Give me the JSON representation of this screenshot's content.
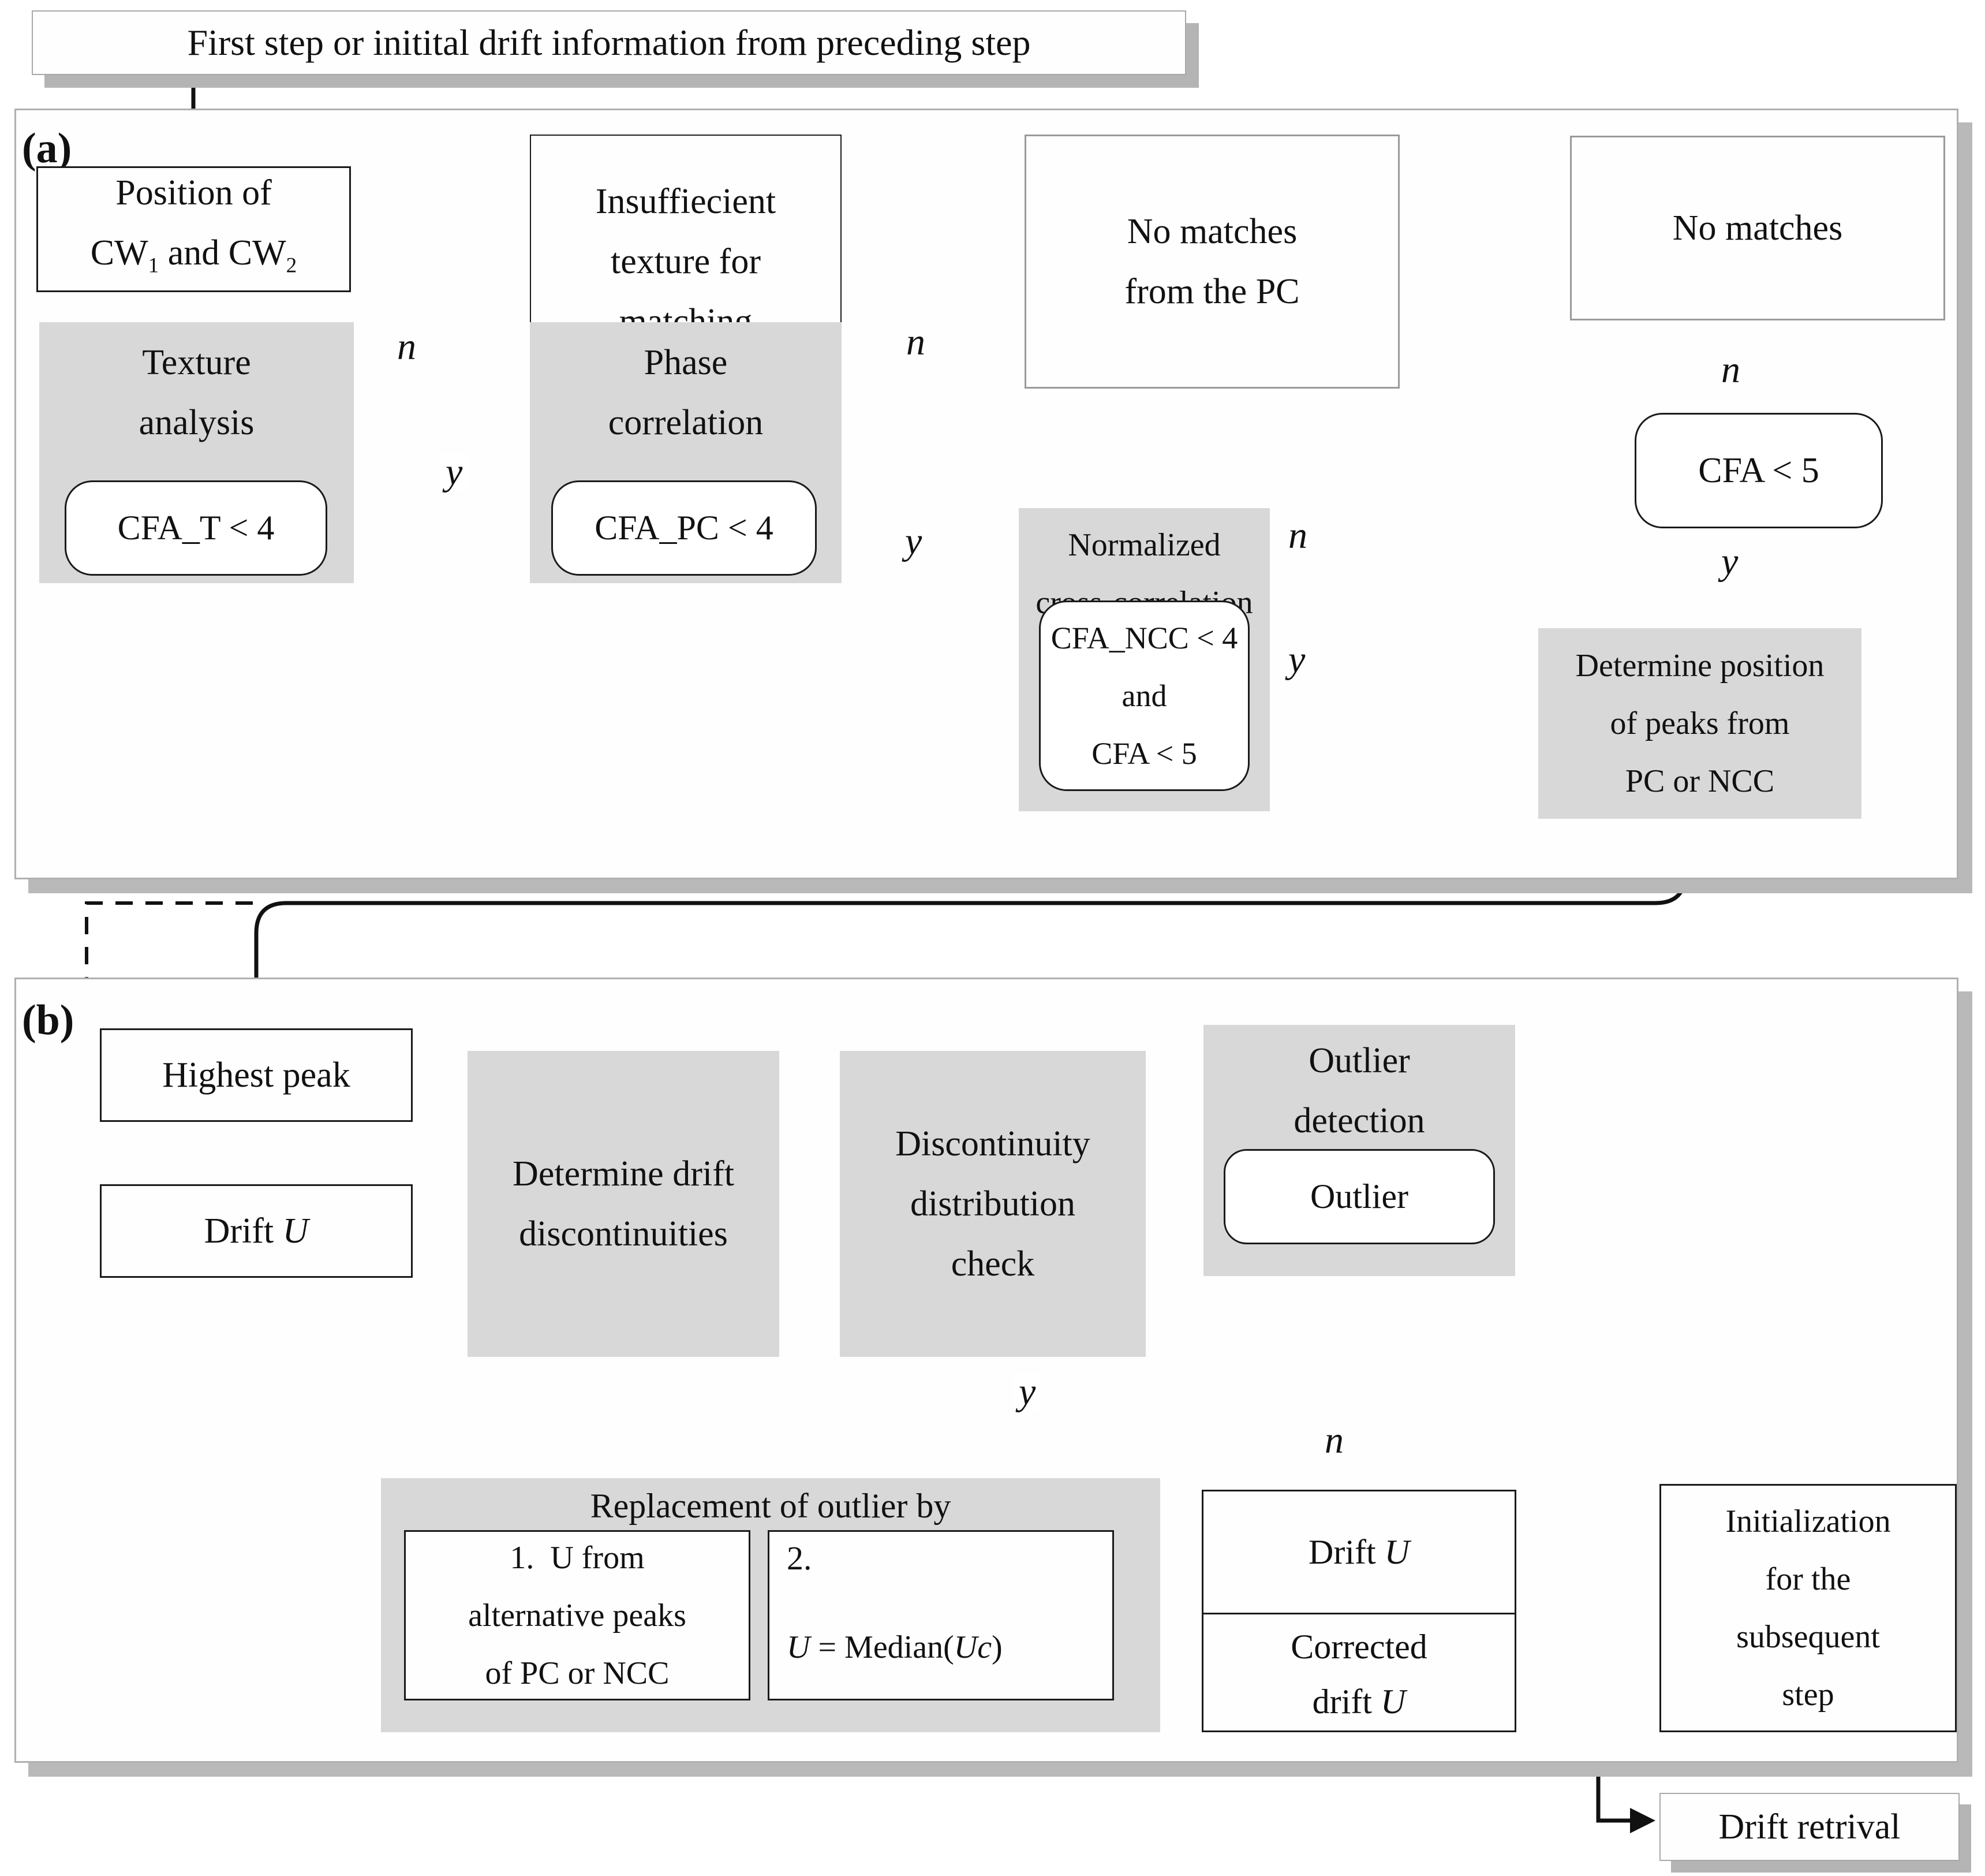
{
  "colors": {
    "box_gray_fill": "#d8d8d8",
    "panel_border": "#b0b0b0",
    "shadow_gray": "#b4b4b4",
    "line_black": "#111111",
    "line_gray": "#999999",
    "white": "#fefefe"
  },
  "title": "First step or initital drift information from preceding step",
  "decisions": {
    "y": "y",
    "n": "n"
  },
  "panel_a": {
    "tag": "(a)",
    "position_box": {
      "line1": "Position of",
      "cw1": "CW",
      "sub1": "1",
      "mid": " and CW",
      "sub2": "2"
    },
    "texture": {
      "line1": "Texture",
      "line2": "analysis",
      "condition": "CFA_T < 4"
    },
    "insufficient": {
      "line1": "Insuffiecient",
      "line2": "texture for",
      "line3": "matching"
    },
    "phase": {
      "line1": "Phase",
      "line2": "correlation",
      "condition": "CFA_PC < 4"
    },
    "no_matches_pc": {
      "line1": "No matches",
      "line2": "from the PC"
    },
    "ncc": {
      "line1": "Normalized",
      "line2": "cross-correlation",
      "cond1": "CFA_NCC < 4",
      "cond2": "and",
      "cond3": "CFA < 5"
    },
    "no_matches": {
      "line1": "No matches"
    },
    "cfa5": {
      "condition": "CFA < 5"
    },
    "determine_peaks": {
      "line1": "Determine position",
      "line2": "of peaks from",
      "line3": "PC or NCC"
    }
  },
  "panel_b": {
    "tag": "(b)",
    "highest_peak": "Highest peak",
    "drift_u": {
      "prefix": "Drift ",
      "var": "U"
    },
    "det_drift": {
      "line1": "Determine drift",
      "line2": "discontinuities"
    },
    "dist_check": {
      "line1": "Discontinuity",
      "line2": "distribution",
      "line3": "check"
    },
    "outlier_det": {
      "line1": "Outlier",
      "line2": "detection",
      "condition": "Outlier"
    },
    "replacement": {
      "header": "Replacement of outlier by",
      "option1": {
        "num": "1.",
        "line1": "U from",
        "line2": "alternative peaks",
        "line3": "of PC or NCC"
      },
      "option2": {
        "num": "2.",
        "var": "U",
        "eq": " = Median(",
        "arg": "Uc",
        "close": ")"
      }
    },
    "result": {
      "top_prefix": "Drift ",
      "top_var": "U",
      "bottom_line1": "Corrected",
      "bottom_prefix": "drift ",
      "bottom_var": "U"
    },
    "initialization": {
      "line1": "Initialization",
      "line2": "for the",
      "line3": "subsequent",
      "line4": "step"
    },
    "drift_retrieval": "Drift retrival"
  }
}
